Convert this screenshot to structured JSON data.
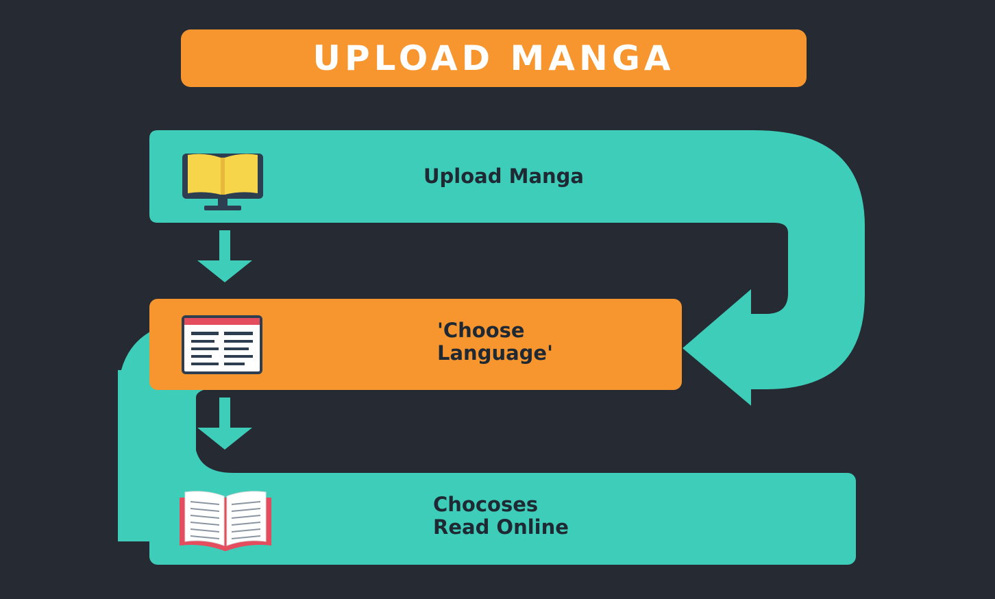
{
  "header": {
    "title": "UPLOAD MANGA"
  },
  "steps": [
    {
      "label": "Upload Manga",
      "icon": "monitor-book-icon"
    },
    {
      "label": "'Choose\nLanguage'",
      "icon": "document-window-icon"
    },
    {
      "label": "Chocoses\nRead Online",
      "icon": "open-book-icon"
    }
  ],
  "colors": {
    "background": "#252a33",
    "teal": "#3ecdb9",
    "orange": "#f7952f",
    "text_dark": "#1f2933",
    "book_yellow": "#f7d54a",
    "book_red": "#e34d5e",
    "icon_navy": "#2c3e50"
  }
}
